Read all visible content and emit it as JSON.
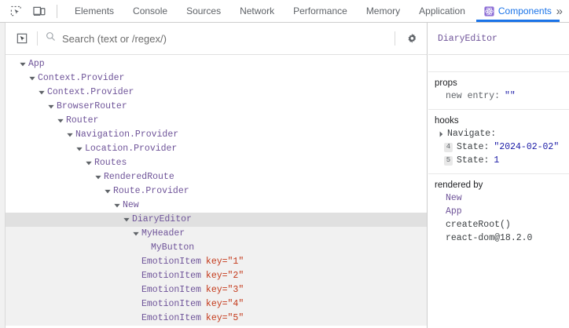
{
  "devtools": {
    "toolbar_icons": [
      {
        "name": "inspect-element-icon",
        "label": "Inspect element"
      },
      {
        "name": "device-toolbar-icon",
        "label": "Toggle device toolbar"
      }
    ],
    "tabs": [
      {
        "label": "Elements",
        "active": false
      },
      {
        "label": "Console",
        "active": false
      },
      {
        "label": "Sources",
        "active": false
      },
      {
        "label": "Network",
        "active": false
      },
      {
        "label": "Performance",
        "active": false
      },
      {
        "label": "Memory",
        "active": false
      },
      {
        "label": "Application",
        "active": false
      },
      {
        "label": "Components",
        "active": true,
        "icon": "react-logo-icon"
      }
    ],
    "overflow_label": "»",
    "active_tab_color": "#1a73e8"
  },
  "components_panel": {
    "toolbar": {
      "select_icon": "select-component-icon",
      "search_icon": "search-icon",
      "search_value": "",
      "search_placeholder": "Search (text or /regex/)",
      "settings_icon": "gear-icon"
    },
    "tree": [
      {
        "name": "App",
        "depth": 0,
        "expanded": true,
        "selected": false,
        "subtree": false
      },
      {
        "name": "Context.Provider",
        "depth": 1,
        "expanded": true,
        "selected": false,
        "subtree": false
      },
      {
        "name": "Context.Provider",
        "depth": 2,
        "expanded": true,
        "selected": false,
        "subtree": false
      },
      {
        "name": "BrowserRouter",
        "depth": 3,
        "expanded": true,
        "selected": false,
        "subtree": false
      },
      {
        "name": "Router",
        "depth": 4,
        "expanded": true,
        "selected": false,
        "subtree": false
      },
      {
        "name": "Navigation.Provider",
        "depth": 5,
        "expanded": true,
        "selected": false,
        "subtree": false
      },
      {
        "name": "Location.Provider",
        "depth": 6,
        "expanded": true,
        "selected": false,
        "subtree": false
      },
      {
        "name": "Routes",
        "depth": 7,
        "expanded": true,
        "selected": false,
        "subtree": false
      },
      {
        "name": "RenderedRoute",
        "depth": 8,
        "expanded": true,
        "selected": false,
        "subtree": false
      },
      {
        "name": "Route.Provider",
        "depth": 9,
        "expanded": true,
        "selected": false,
        "subtree": false
      },
      {
        "name": "New",
        "depth": 10,
        "expanded": true,
        "selected": false,
        "subtree": false
      },
      {
        "name": "DiaryEditor",
        "depth": 11,
        "expanded": true,
        "selected": true,
        "subtree": true
      },
      {
        "name": "MyHeader",
        "depth": 12,
        "expanded": true,
        "selected": false,
        "subtree": true
      },
      {
        "name": "MyButton",
        "depth": 13,
        "expanded": false,
        "selected": false,
        "subtree": true
      },
      {
        "name": "EmotionItem",
        "depth": 12,
        "expanded": false,
        "selected": false,
        "subtree": true,
        "attr_key": "key=",
        "attr_value": "\"1\""
      },
      {
        "name": "EmotionItem",
        "depth": 12,
        "expanded": false,
        "selected": false,
        "subtree": true,
        "attr_key": "key=",
        "attr_value": "\"2\""
      },
      {
        "name": "EmotionItem",
        "depth": 12,
        "expanded": false,
        "selected": false,
        "subtree": true,
        "attr_key": "key=",
        "attr_value": "\"3\""
      },
      {
        "name": "EmotionItem",
        "depth": 12,
        "expanded": false,
        "selected": false,
        "subtree": true,
        "attr_key": "key=",
        "attr_value": "\"4\""
      },
      {
        "name": "EmotionItem",
        "depth": 12,
        "expanded": false,
        "selected": false,
        "subtree": true,
        "attr_key": "key=",
        "attr_value": "\"5\""
      }
    ]
  },
  "inspector": {
    "component_name": "DiaryEditor",
    "props": {
      "heading": "props",
      "entries": [
        {
          "key": "new entry",
          "value": "\"\""
        }
      ]
    },
    "hooks": {
      "heading": "hooks",
      "entries": [
        {
          "type": "group",
          "label": "Navigate:",
          "expanded": false
        },
        {
          "type": "state",
          "index": "4",
          "label": "State:",
          "value": "\"2024-02-02\""
        },
        {
          "type": "state",
          "index": "5",
          "label": "State:",
          "value": "1"
        }
      ]
    },
    "rendered_by": {
      "heading": "rendered by",
      "entries": [
        {
          "label": "New",
          "kind": "component"
        },
        {
          "label": "App",
          "kind": "component"
        },
        {
          "label": "createRoot()",
          "kind": "plain"
        },
        {
          "label": "react-dom@18.2.0",
          "kind": "plain"
        }
      ]
    }
  }
}
